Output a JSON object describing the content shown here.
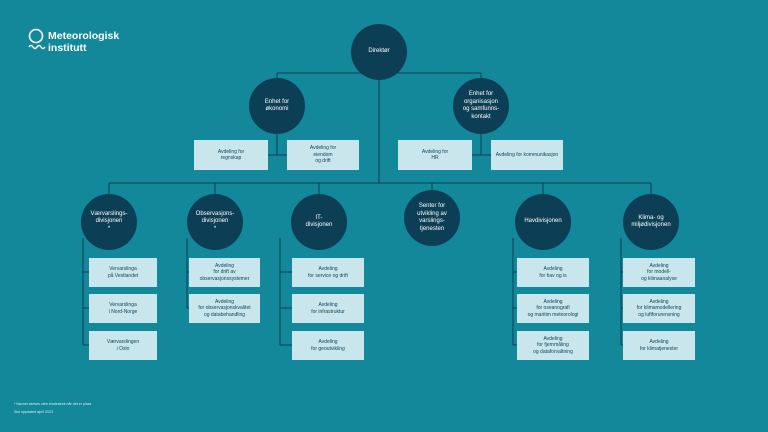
{
  "logo": {
    "name_line1": "Meteorologisk",
    "name_line2": "institutt",
    "icon": "met-circle-waves-icon"
  },
  "units": {
    "direktor": "Direktør",
    "enhet_okonomi": "Enhet for\nøkonomi",
    "enhet_org": "Enhet for\norganisasjon\nog samfunns-\nkontakt",
    "vaer": "Værvarslings-\ndivisjonen\n*",
    "obs": "Observasjons-\ndivisjonen\n*",
    "it": "IT-\ndivisjonen",
    "senter": "Senter for\nutvikling av\nvarslings-\ntjenesten",
    "hav": "Havdivisjonen",
    "klima": "Klima- og\nmiljødivisjonen"
  },
  "departments": {
    "regnskap": "Avdeling for\nregnskap",
    "eiendom": "Avdeling for\neiendom\nog drift",
    "hr": "Avdeling for\nHR",
    "kommunikasjon": "Avdeling for kommunikasjon",
    "vestlandet": "Vervarslinga\npå Vestlandet",
    "nordnorge": "Vervarslinga\ni Nord-Norge",
    "oslo": "Værvarslingen\ni Oslo",
    "drift_obs": "Avdeling\nfor drift av\nobservasjonssystemer",
    "obskvalitet": "Avdeling\nfor observasjonskvalitet\nog databehandling",
    "service": "Avdeling\nfor service og drift",
    "infrastruktur": "Avdeling\nfor infrastruktur",
    "geoutvikling": "Avdeling\nfor geoutvikling",
    "havis": "Avdeling\nfor hav og is",
    "oseanografi": "Avdeling\nfor oseanografi\nog maritim meteorologi",
    "fjernmaling": "Avdeling\nfor fjernmåling\nog dataforvaltning",
    "modell": "Avdeling\nfor modell-\nog klimaanalyse",
    "klimamodellering": "Avdeling\nfor klimamodellering\nog luftforurensning",
    "klimatjenester": "Avdeling\nfor klimatjenester"
  },
  "footnotes": {
    "note": "* Navnet skrives uten bindestrek når det er plass",
    "updated": "Sist oppdatert april 2023"
  },
  "colors": {
    "background": "#13889a",
    "circle": "#0c3f56",
    "box": "#c9e6ec",
    "line": "#0c3f56"
  }
}
